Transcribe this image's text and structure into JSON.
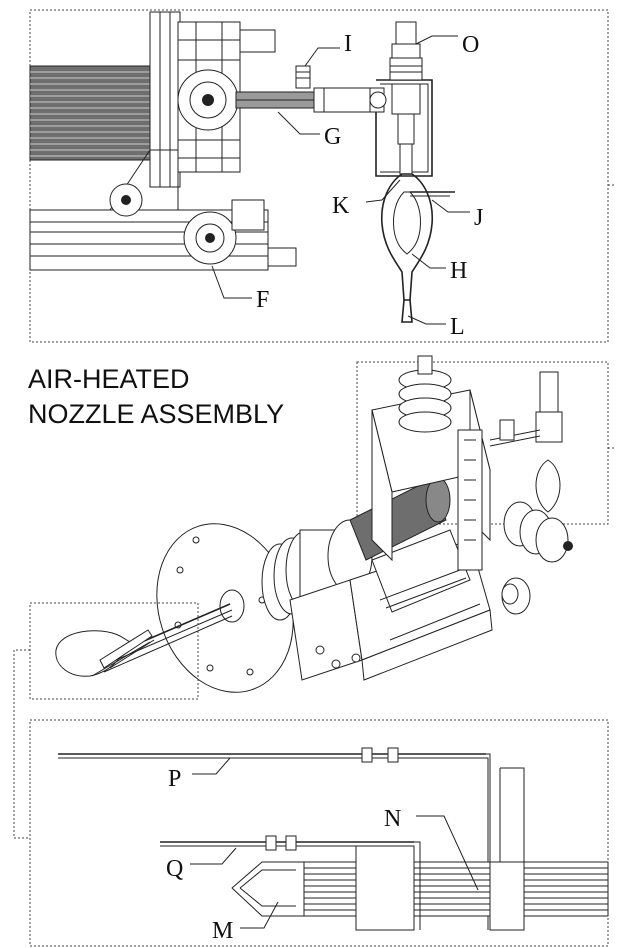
{
  "title": {
    "line1": "AIR-HEATED",
    "line2": "NOZZLE ASSEMBLY"
  },
  "labels": {
    "F": "F",
    "G": "G",
    "H": "H",
    "I": "I",
    "J": "J",
    "K": "K",
    "L": "L",
    "M": "M",
    "N": "N",
    "O": "O",
    "P": "P",
    "Q": "Q"
  },
  "colors": {
    "line": "#222222",
    "coil": "#6e6e6e",
    "background": "#ffffff"
  }
}
